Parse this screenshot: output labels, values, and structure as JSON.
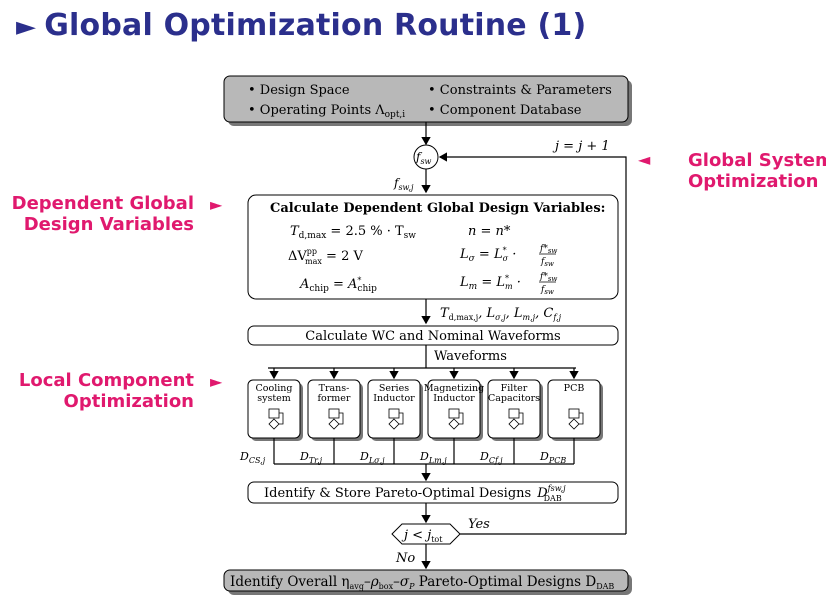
{
  "title": "Global Optimization Routine (1)",
  "side_labels": {
    "global_system": [
      "Global System",
      "Optimization"
    ],
    "dependent": [
      "Dependent Global",
      "Design Variables"
    ],
    "local": [
      "Local Component",
      "Optimization"
    ]
  },
  "inputs": {
    "design_space": "• Design Space",
    "constraints": "• Constraints & Parameters",
    "operating_points": "• Operating Points Λ",
    "operating_points_sub": "opt,i",
    "component_db": "• Component Database"
  },
  "fsw_node": "f",
  "fsw_node_sub": "sw",
  "fsw_j": "f",
  "fsw_j_sub": "sw,j",
  "loop_update": "j = j + 1",
  "dependent_box": {
    "heading": "Calculate Dependent Global Design Variables:",
    "td_left": "T",
    "td_left_sub": "d,max",
    "td_eq": " = 2.5 % · T",
    "td_eq_sub": "sw",
    "n_eq": "n = n*",
    "dv": "ΔV",
    "dv_sup": "pp",
    "dv_sub": "max",
    "dv_eq": " = 2 V",
    "ls": "L",
    "ls_sub": "σ",
    "ls_eq": " = L",
    "ls_eq_sup": "*",
    "ls_eq_sub": "σ",
    "frac_num": "f*",
    "frac_num_sub": "sw",
    "frac_den": "f",
    "frac_den_sub": "sw",
    "achip": "A",
    "achip_sub": "chip",
    "achip_eq": " = A",
    "achip_eq_sup": "*",
    "achip_eq_sub": "chip",
    "lm": "L",
    "lm_sub": "m",
    "lm_eq": " = L",
    "lm_eq_sup": "*",
    "lm_eq_sub": "m"
  },
  "outputs_label": "T",
  "outputs_label_sub": "d,max,j",
  "outputs_rest": ",  L",
  "outputs_rest_sub1": "σ,j",
  "outputs_rest2": ",  L",
  "outputs_rest_sub2": "m,j",
  "outputs_rest3": ",  C",
  "outputs_rest_sub3": "f,j",
  "waveforms_box": "Calculate WC and Nominal Waveforms",
  "waveforms_label": "Waveforms",
  "components": [
    {
      "label": [
        "Cooling",
        "system"
      ],
      "out": "CS,j"
    },
    {
      "label": [
        "Trans-",
        "former"
      ],
      "out": "Tr,j"
    },
    {
      "label": [
        "Series",
        "Inductor"
      ],
      "out": "Lσ,j"
    },
    {
      "label": [
        "Magnetizing",
        "Inductor"
      ],
      "out": "Lm,j"
    },
    {
      "label": [
        "Filter",
        "Capacitors"
      ],
      "out": "Cf,j"
    },
    {
      "label": [
        "PCB"
      ],
      "out": "PCB"
    }
  ],
  "output_symbol": "D",
  "pareto_box": "Identify & Store Pareto-Optimal Designs",
  "pareto_box_sym": "D",
  "pareto_box_sup": "fsw,j",
  "pareto_box_sub": "DAB",
  "decision": "j < j",
  "decision_sub": "tot",
  "yes": "Yes",
  "no": "No",
  "final_box": "Identify Overall η",
  "final_sub1": "avg",
  "final_mid1": "–ρ",
  "final_sub2": "box",
  "final_mid2": "–σ",
  "final_sub3": "P",
  "final_end": " Pareto-Optimal Designs D",
  "final_sub4": "DAB",
  "colors": {
    "title": "#2b2f8c",
    "accent": "#e0196e",
    "gray_box": "#b8b8b8",
    "shadow": "#777777"
  }
}
